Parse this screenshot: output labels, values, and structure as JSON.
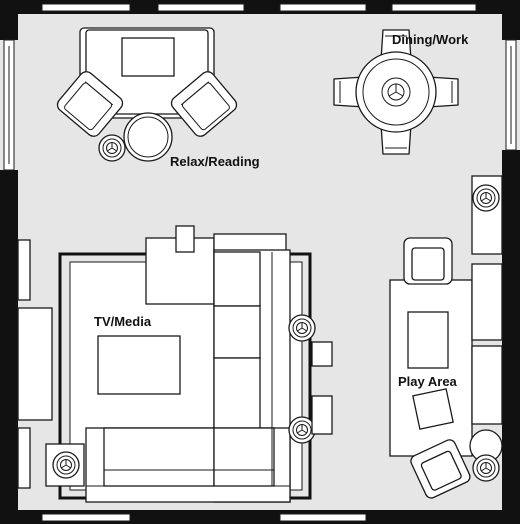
{
  "labels": {
    "dining": "Dining/Work",
    "relax": "Relax/Reading",
    "tv": "TV/Media",
    "play": "Play Area"
  },
  "colors": {
    "floor": "#e6e6e6",
    "wall": "#111111",
    "furniture": "#ffffff",
    "outline": "#1a1a1a"
  }
}
